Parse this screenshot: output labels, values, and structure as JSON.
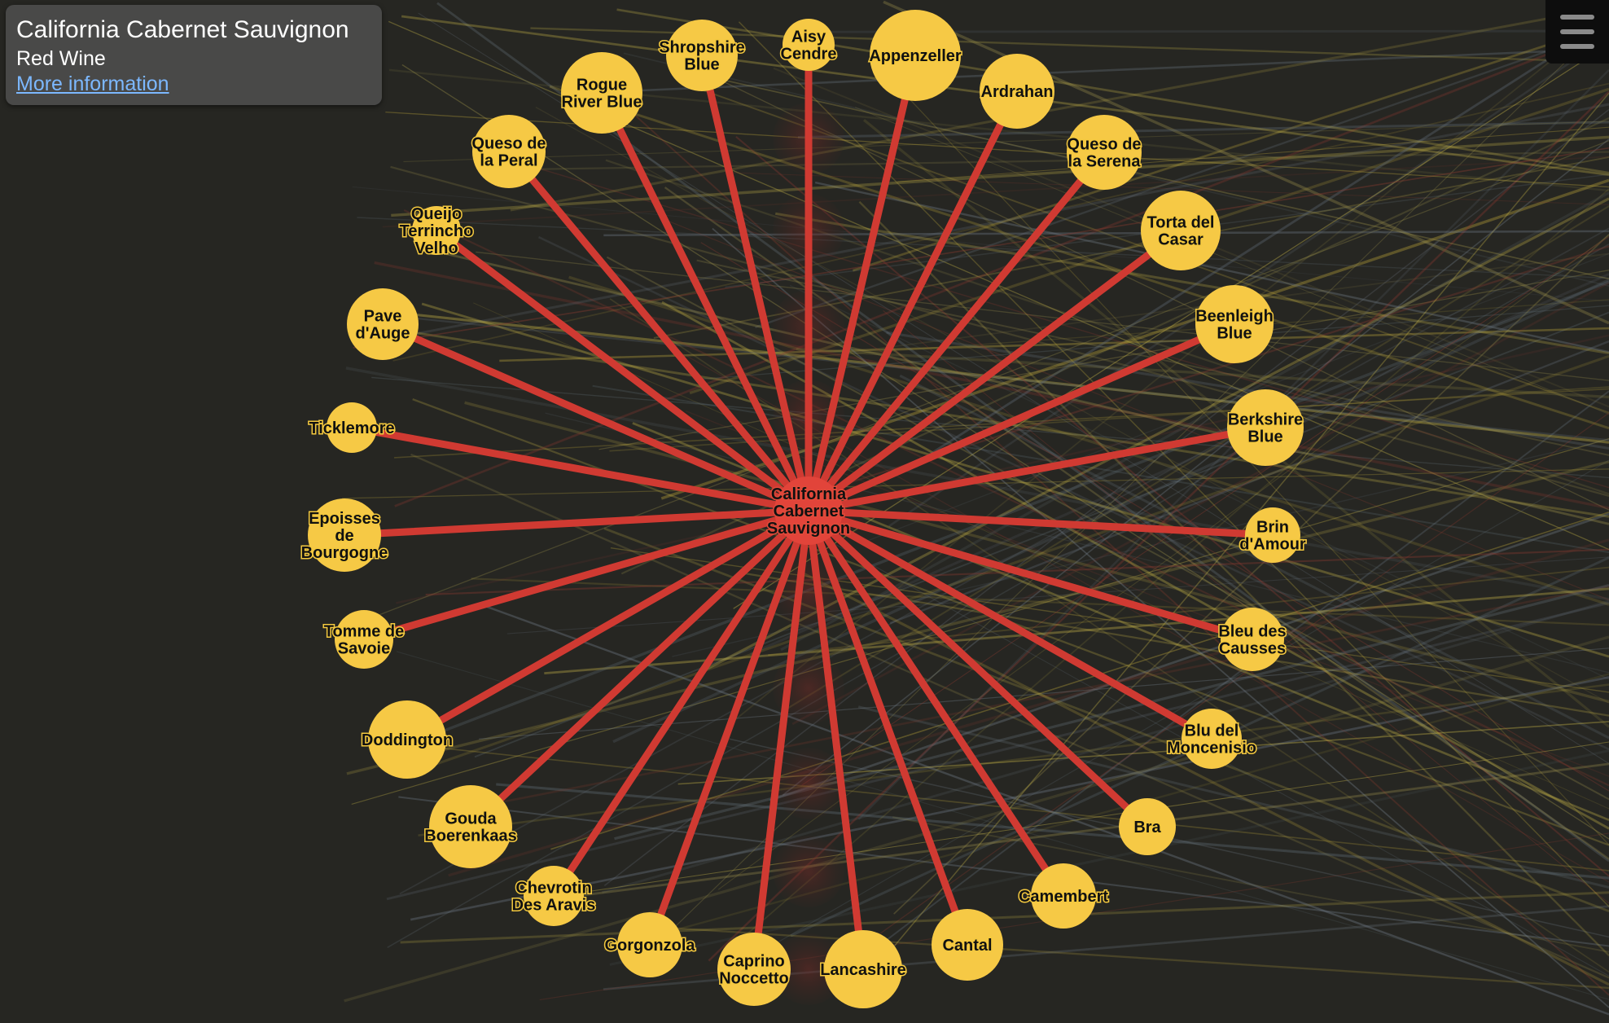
{
  "info_panel": {
    "title": "California Cabernet Sauvignon",
    "subtitle": "Red Wine",
    "link_text": "More information"
  },
  "menu": {
    "icon": "hamburger-menu-icon"
  },
  "colors": {
    "background": "#262622",
    "edge_selected": "#d03a32",
    "node_cheese": "#f6c945",
    "node_selected": "#e2443a",
    "panel": "#4c4c4c",
    "link": "#7cb8ff"
  },
  "graph": {
    "center": {
      "label": [
        "California",
        "Cabernet",
        "Sauvignon"
      ]
    },
    "nodes": [
      {
        "label": [
          "Aisy",
          "Cendre"
        ]
      },
      {
        "label": [
          "Appenzeller"
        ]
      },
      {
        "label": [
          "Ardrahan"
        ]
      },
      {
        "label": [
          "Queso de",
          "la Serena"
        ]
      },
      {
        "label": [
          "Torta del",
          "Casar"
        ]
      },
      {
        "label": [
          "Beenleigh",
          "Blue"
        ]
      },
      {
        "label": [
          "Berkshire",
          "Blue"
        ]
      },
      {
        "label": [
          "Brin",
          "d'Amour"
        ]
      },
      {
        "label": [
          "Bleu des",
          "Causses"
        ]
      },
      {
        "label": [
          "Blu del",
          "Moncenisio"
        ]
      },
      {
        "label": [
          "Bra"
        ]
      },
      {
        "label": [
          "Camembert"
        ]
      },
      {
        "label": [
          "Cantal"
        ]
      },
      {
        "label": [
          "Lancashire"
        ]
      },
      {
        "label": [
          "Caprino",
          "Noccetto"
        ]
      },
      {
        "label": [
          "Gorgonzola"
        ]
      },
      {
        "label": [
          "Chevrotin",
          "Des Aravis"
        ]
      },
      {
        "label": [
          "Gouda",
          "Boerenkaas"
        ]
      },
      {
        "label": [
          "Doddington"
        ]
      },
      {
        "label": [
          "Tomme de",
          "Savoie"
        ]
      },
      {
        "label": [
          "Epoisses",
          "de",
          "Bourgogne"
        ]
      },
      {
        "label": [
          "Ticklemore"
        ]
      },
      {
        "label": [
          "Pave",
          "d'Auge"
        ]
      },
      {
        "label": [
          "Queijo",
          "Terrincho",
          "Velho"
        ]
      },
      {
        "label": [
          "Queso de",
          "la Peral"
        ]
      },
      {
        "label": [
          "Rogue",
          "River Blue"
        ]
      },
      {
        "label": [
          "Shropshire",
          "Blue"
        ]
      }
    ]
  }
}
